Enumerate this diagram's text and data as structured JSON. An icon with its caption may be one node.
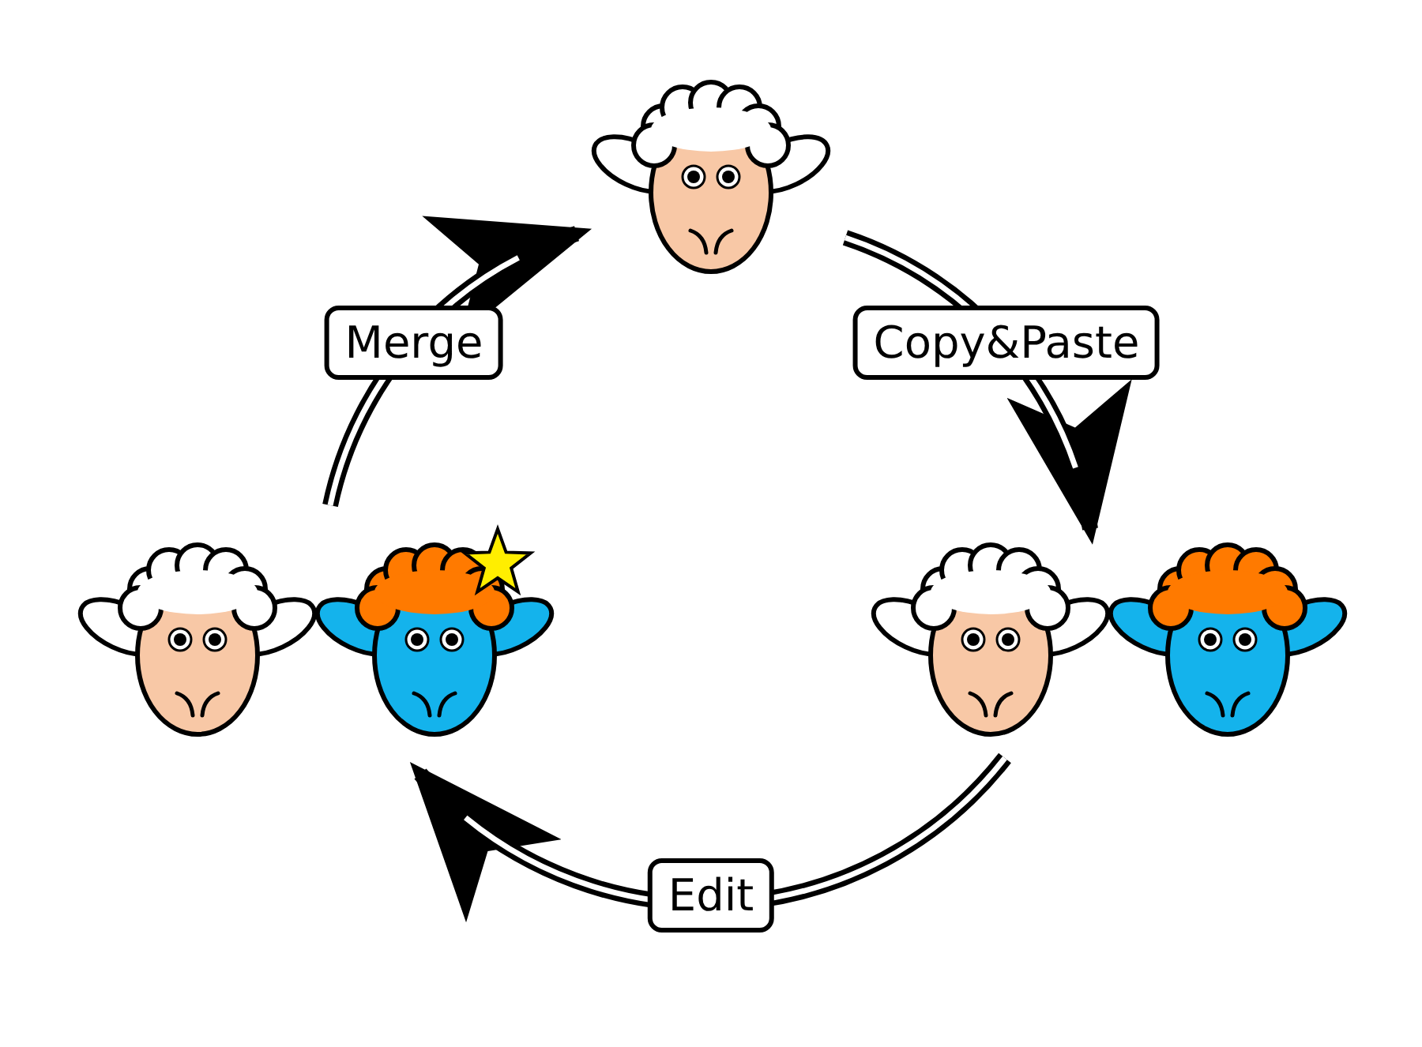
{
  "diagram": {
    "nodes": [
      {
        "text": [],
        "shape": "picture"
      },
      {
        "text": [],
        "shape": "picture"
      },
      {
        "text": [],
        "shape": "picture"
      }
    ],
    "edges": [
      {
        "from": 0,
        "to": 1,
        "arrow": "to",
        "label": "Copy&Paste"
      },
      {
        "from": 1,
        "to": 2,
        "arrow": "to",
        "label": "Edit"
      },
      {
        "from": 2,
        "to": 0,
        "arrow": "to",
        "label": "Merge"
      }
    ]
  }
}
